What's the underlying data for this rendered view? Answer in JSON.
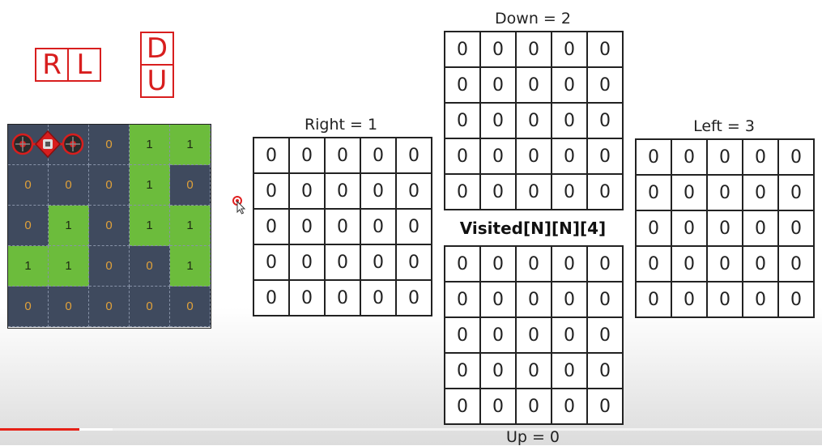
{
  "direction_boxes": {
    "horizontal": [
      "R",
      "L"
    ],
    "vertical": [
      "D",
      "U"
    ]
  },
  "maze": {
    "cells": [
      [
        "",
        "",
        "0",
        "1",
        "1"
      ],
      [
        "0",
        "0",
        "0",
        "1",
        "0"
      ],
      [
        "0",
        "1",
        "0",
        "1",
        "1"
      ],
      [
        "1",
        "1",
        "0",
        "0",
        "1"
      ],
      [
        "0",
        "0",
        "0",
        "0",
        "0"
      ]
    ],
    "colors": {
      "wall": "#3f4a5e",
      "path": "#6cbc3c",
      "robot": "#d81e1e"
    }
  },
  "arrays": {
    "right": {
      "label": "Right = 1",
      "values": [
        [
          "0",
          "0",
          "0",
          "0",
          "0"
        ],
        [
          "0",
          "0",
          "0",
          "0",
          "0"
        ],
        [
          "0",
          "0",
          "0",
          "0",
          "0"
        ],
        [
          "0",
          "0",
          "0",
          "0",
          "0"
        ],
        [
          "0",
          "0",
          "0",
          "0",
          "0"
        ]
      ]
    },
    "down": {
      "label": "Down = 2",
      "values": [
        [
          "0",
          "0",
          "0",
          "0",
          "0"
        ],
        [
          "0",
          "0",
          "0",
          "0",
          "0"
        ],
        [
          "0",
          "0",
          "0",
          "0",
          "0"
        ],
        [
          "0",
          "0",
          "0",
          "0",
          "0"
        ],
        [
          "0",
          "0",
          "0",
          "0",
          "0"
        ]
      ]
    },
    "left": {
      "label": "Left = 3",
      "values": [
        [
          "0",
          "0",
          "0",
          "0",
          "0"
        ],
        [
          "0",
          "0",
          "0",
          "0",
          "0"
        ],
        [
          "0",
          "0",
          "0",
          "0",
          "0"
        ],
        [
          "0",
          "0",
          "0",
          "0",
          "0"
        ],
        [
          "0",
          "0",
          "0",
          "0",
          "0"
        ]
      ]
    },
    "up": {
      "label": "Up = 0",
      "values": [
        [
          "0",
          "0",
          "0",
          "0",
          "0"
        ],
        [
          "0",
          "0",
          "0",
          "0",
          "0"
        ],
        [
          "0",
          "0",
          "0",
          "0",
          "0"
        ],
        [
          "0",
          "0",
          "0",
          "0",
          "0"
        ],
        [
          "0",
          "0",
          "0",
          "0",
          "0"
        ]
      ]
    }
  },
  "visited_label": "Visited[N][N][4]",
  "video": {
    "progress": 0.097,
    "buffered": 0.137
  }
}
